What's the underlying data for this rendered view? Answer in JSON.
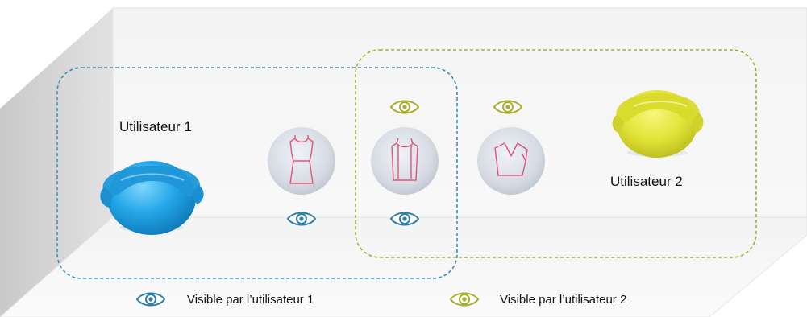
{
  "users": {
    "user1": {
      "label": "Utilisateur 1",
      "color": "#2aa7e6"
    },
    "user2": {
      "label": "Utilisateur 2",
      "color": "#e0e43a"
    }
  },
  "colors": {
    "user1_eye": "#2f7fa6",
    "user2_eye": "#a8ad2e",
    "user1_region_border": "#3a8fc0",
    "user2_region_border": "#a9ad34",
    "garment_outline": "#e0557a"
  },
  "garments": [
    {
      "icon": "sleeveless-top-icon",
      "visible_to": [
        "user1"
      ]
    },
    {
      "icon": "vest-top-icon",
      "visible_to": [
        "user1",
        "user2"
      ]
    },
    {
      "icon": "v-neck-top-icon",
      "visible_to": [
        "user2"
      ]
    }
  ],
  "legend": {
    "user1": {
      "icon": "eye-icon",
      "label": "Visible par l’utilisateur 1"
    },
    "user2": {
      "icon": "eye-icon",
      "label": "Visible par l’utilisateur 2"
    }
  }
}
